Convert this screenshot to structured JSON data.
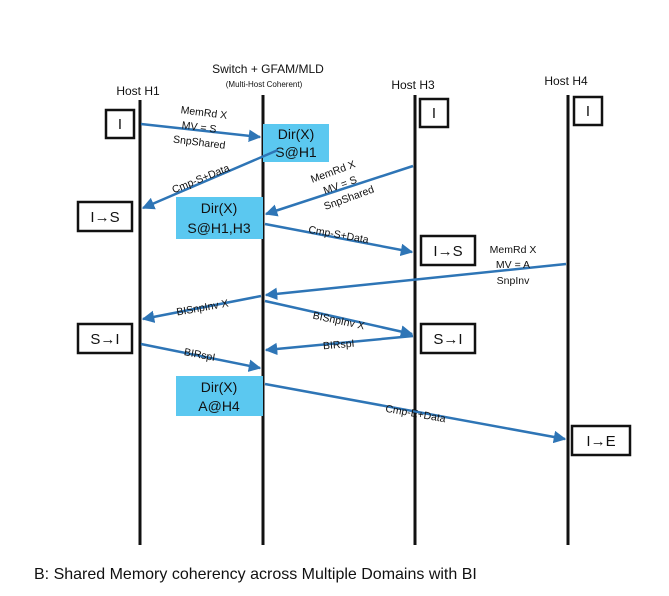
{
  "hosts": {
    "h1": "Host H1",
    "h3": "Host H3",
    "h4": "Host H4",
    "switch": "Switch + GFAM/MLD",
    "switch_sub": "(Multi-Host Coherent)"
  },
  "states": {
    "h1_initial": "I",
    "h3_initial": "I",
    "h4_initial": "I",
    "h1_to_s": "I→S",
    "h3_to_s": "I→S",
    "h1_s_to_i": "S→I",
    "h3_s_to_i": "S→I",
    "h4_to_e": "I→E"
  },
  "directory": [
    {
      "line1": "Dir(X)",
      "line2": "S@H1"
    },
    {
      "line1": "Dir(X)",
      "line2": "S@H1,H3"
    },
    {
      "line1": "Dir(X)",
      "line2": "A@H4"
    }
  ],
  "messages": {
    "h1_req": [
      "MemRd X",
      "MV = S",
      "SnpShared"
    ],
    "h1_cmp": "Cmp-S+Data",
    "h3_req": [
      "MemRd X",
      "MV = S",
      "SnpShared"
    ],
    "h3_cmp": "Cmp-S+Data",
    "h4_req": [
      "MemRd X",
      "MV = A",
      "SnpInv"
    ],
    "bisnp_h1": "BISnpInv X",
    "bisnp_h3": "BISnpInv X",
    "birsp_h1": "BIRspI",
    "birsp_h3": "BIRspI",
    "h4_cmp": "Cmp-E+Data"
  },
  "caption": "B: Shared Memory coherency across Multiple Domains with BI",
  "colors": {
    "arrow": "#2e75b6",
    "dir_fill": "#5bc8f0",
    "line": "#111111"
  }
}
